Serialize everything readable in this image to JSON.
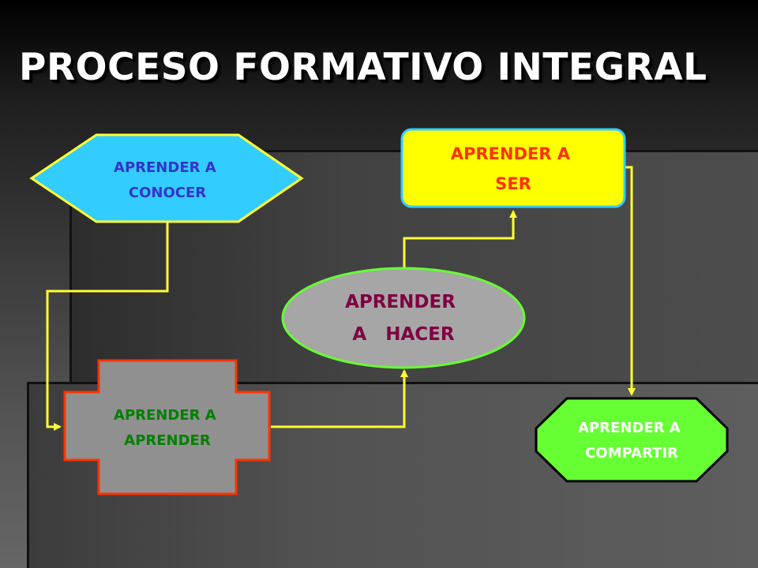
{
  "title": "PROCESO FORMATIVO INTEGRAL",
  "nodes": {
    "conocer": {
      "lines": [
        "APRENDER A",
        "CONOCER"
      ],
      "fill": "#33CCFF",
      "stroke": "#FFFF33",
      "text_color": "#3333CC"
    },
    "ser": {
      "lines": [
        "APRENDER A",
        "SER"
      ],
      "fill": "#FFFF00",
      "stroke": "#33CCFF",
      "text_color": "#FF3300"
    },
    "hacer": {
      "lines": [
        "APRENDER",
        "A   HACER"
      ],
      "fill": "#A6A6A6",
      "stroke": "#66FF33",
      "text_color": "#800040"
    },
    "aprender": {
      "lines": [
        "APRENDER A",
        "APRENDER"
      ],
      "fill": "#909090",
      "stroke": "#FF3300",
      "text_color": "#008000"
    },
    "compartir": {
      "lines": [
        "APRENDER A",
        "COMPARTIR"
      ],
      "fill": "#66FF33",
      "stroke": "#000000",
      "text_color": "#FFFFFF"
    }
  },
  "connector_color": "#FFFF33"
}
